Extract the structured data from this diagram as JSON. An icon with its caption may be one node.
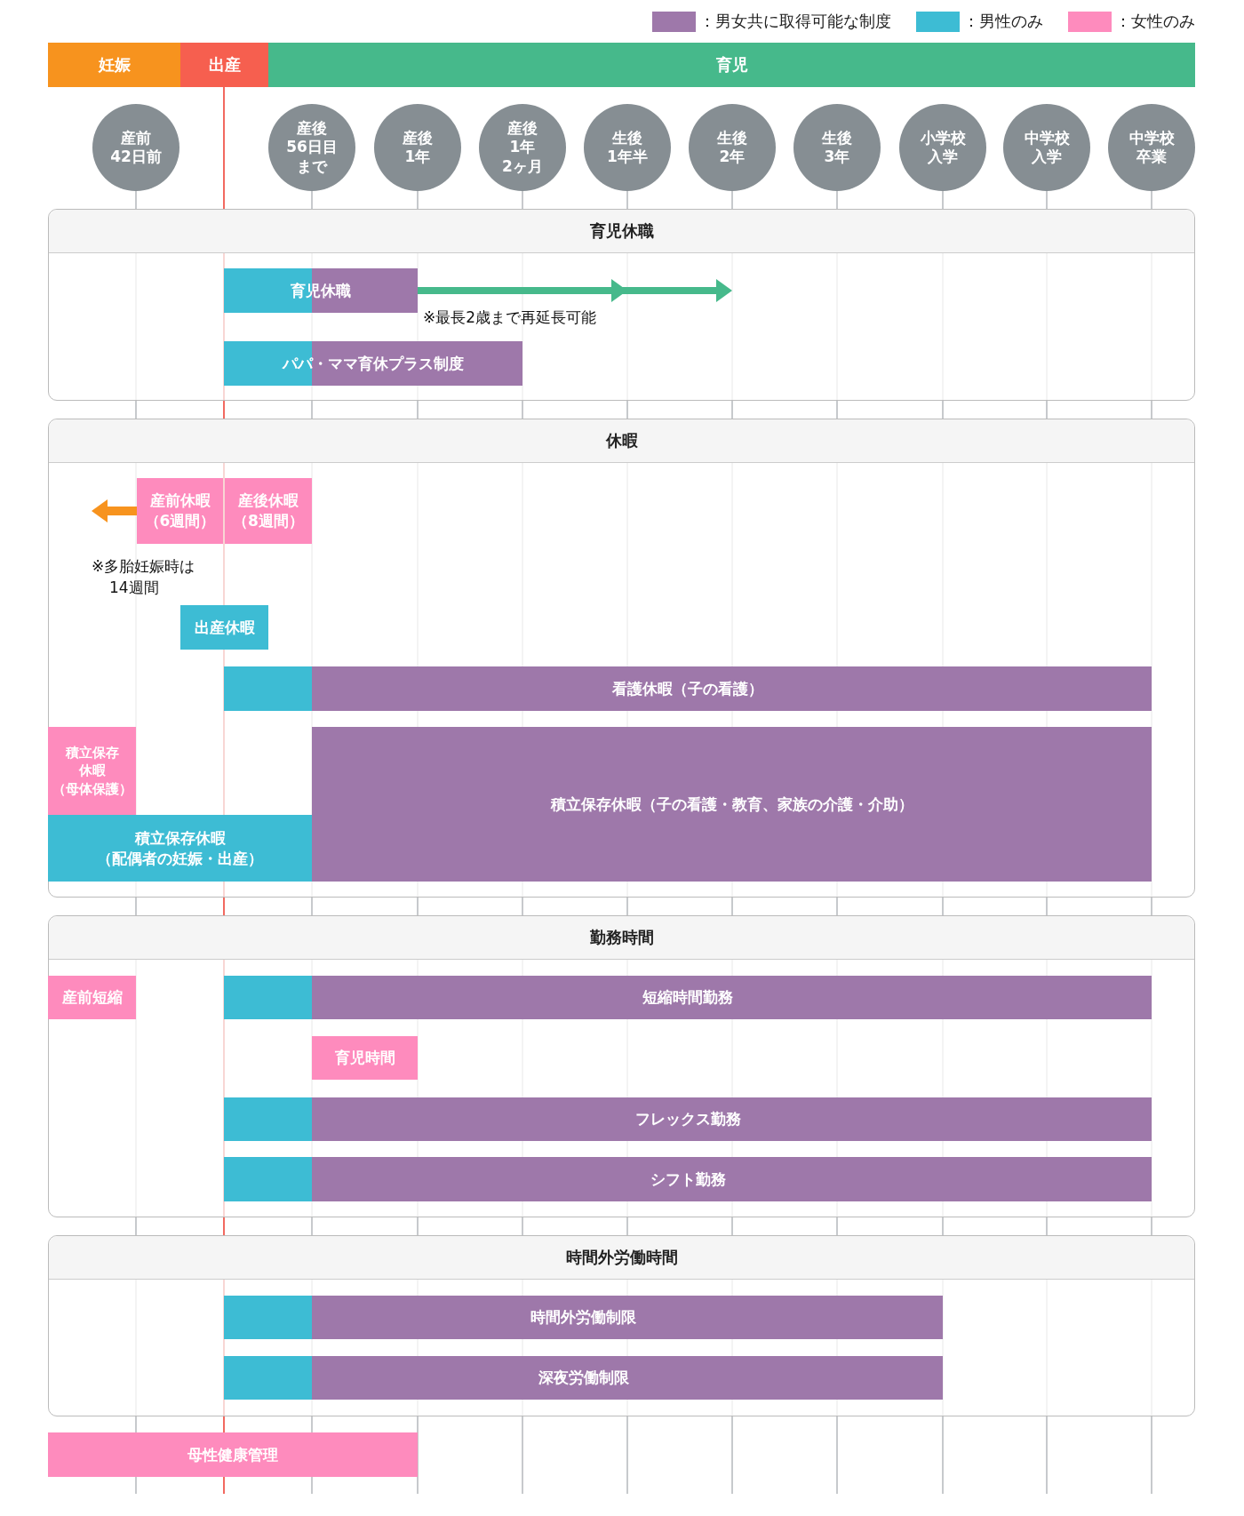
{
  "diagram": {
    "nodes": [
      {
        "text": [
          "妊娠"
        ]
      },
      {
        "text": [
          "出産"
        ]
      },
      {
        "text": [
          "育児"
        ]
      },
      {
        "text": [
          "産前42日前"
        ]
      },
      {
        "text": [
          "産後56日目まで"
        ]
      },
      {
        "text": [
          "産後1年"
        ]
      },
      {
        "text": [
          "産後1年2ヶ月"
        ]
      },
      {
        "text": [
          "生後1年半"
        ]
      },
      {
        "text": [
          "生後2年"
        ]
      },
      {
        "text": [
          "生後3年"
        ]
      },
      {
        "text": [
          "小学校入学"
        ]
      },
      {
        "text": [
          "中学校入学"
        ]
      },
      {
        "text": [
          "中学校卒業"
        ]
      },
      {
        "text": [
          "育児休職"
        ]
      },
      {
        "text": [
          "育児休職"
        ],
        "in": 13,
        "beside": [
          "※最長2歳まで再延長可能"
        ]
      },
      {
        "text": [
          "パパ・ママ育休プラス制度"
        ],
        "in": 13
      },
      {
        "text": [
          "休暇"
        ]
      },
      {
        "text": [
          "産前休暇（6週間）"
        ],
        "in": 16,
        "beside": [
          "※多胎妊娠時は 14週間"
        ]
      },
      {
        "text": [
          "産後休暇（8週間）"
        ],
        "in": 16
      },
      {
        "text": [
          "出産休暇"
        ],
        "in": 16
      },
      {
        "text": [
          "看護休暇（子の看護）"
        ],
        "in": 16
      },
      {
        "text": [
          "積立保存休暇（母体保護）"
        ],
        "in": 16
      },
      {
        "text": [
          "積立保存休暇（子の看護・教育、家族の介護・介助）"
        ],
        "in": 16
      },
      {
        "text": [
          "積立保存休暇（配偶者の妊娠・出産）"
        ],
        "in": 16
      },
      {
        "text": [
          "勤務時間"
        ]
      },
      {
        "text": [
          "産前短縮"
        ],
        "in": 24
      },
      {
        "text": [
          "短縮時間勤務"
        ],
        "in": 24
      },
      {
        "text": [
          "育児時間"
        ],
        "in": 24
      },
      {
        "text": [
          "フレックス勤務"
        ],
        "in": 24
      },
      {
        "text": [
          "シフト勤務"
        ],
        "in": 24
      },
      {
        "text": [
          "時間外労働時間"
        ]
      },
      {
        "text": [
          "時間外労働制限"
        ],
        "in": 30
      },
      {
        "text": [
          "深夜労働制限"
        ],
        "in": 30
      },
      {
        "text": [
          "母性健康管理"
        ]
      }
    ],
    "edges": [
      {
        "from": 14,
        "to": null,
        "arrow": "to",
        "color": "#46b98b"
      },
      {
        "from": 17,
        "to": null,
        "arrow": "to",
        "color": "#f7931e"
      }
    ],
    "legend": [
      {
        "text": "：男女共に取得可能な制度",
        "color": "#9e78aa"
      },
      {
        "text": "：男性のみ",
        "color": "#3dbcd4"
      },
      {
        "text": "：女性のみ",
        "color": "#fe8bbd"
      }
    ]
  }
}
